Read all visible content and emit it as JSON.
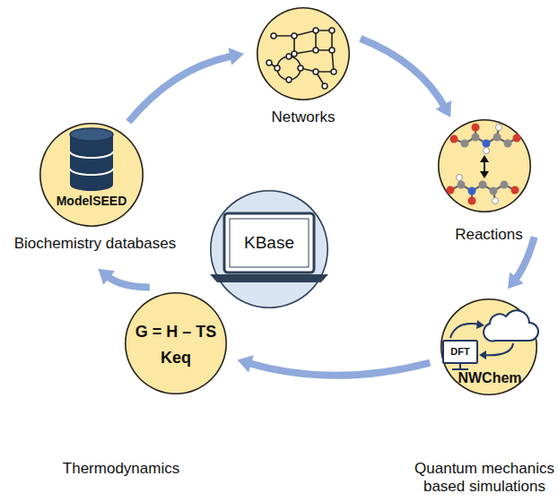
{
  "diagram": {
    "nodes": [
      {
        "text": [
          "Networks"
        ]
      },
      {
        "text": [
          "Reactions"
        ]
      },
      {
        "text": [
          "DFT",
          "NWChem",
          "Quantum mechanics based simulations"
        ]
      },
      {
        "text": [
          "G = H – TS",
          "Keq",
          "Thermodynamics"
        ]
      },
      {
        "text": [
          "ModelSEED",
          "Biochemistry databases"
        ]
      },
      {
        "text": [
          "KBase"
        ]
      }
    ],
    "edges": [
      {
        "from": 0,
        "to": 1,
        "arrow": "to"
      },
      {
        "from": 1,
        "to": 2,
        "arrow": "to"
      },
      {
        "from": 2,
        "to": 3,
        "arrow": "to"
      },
      {
        "from": 3,
        "to": 4,
        "arrow": "to"
      },
      {
        "from": 4,
        "to": 0,
        "arrow": "to"
      }
    ]
  }
}
